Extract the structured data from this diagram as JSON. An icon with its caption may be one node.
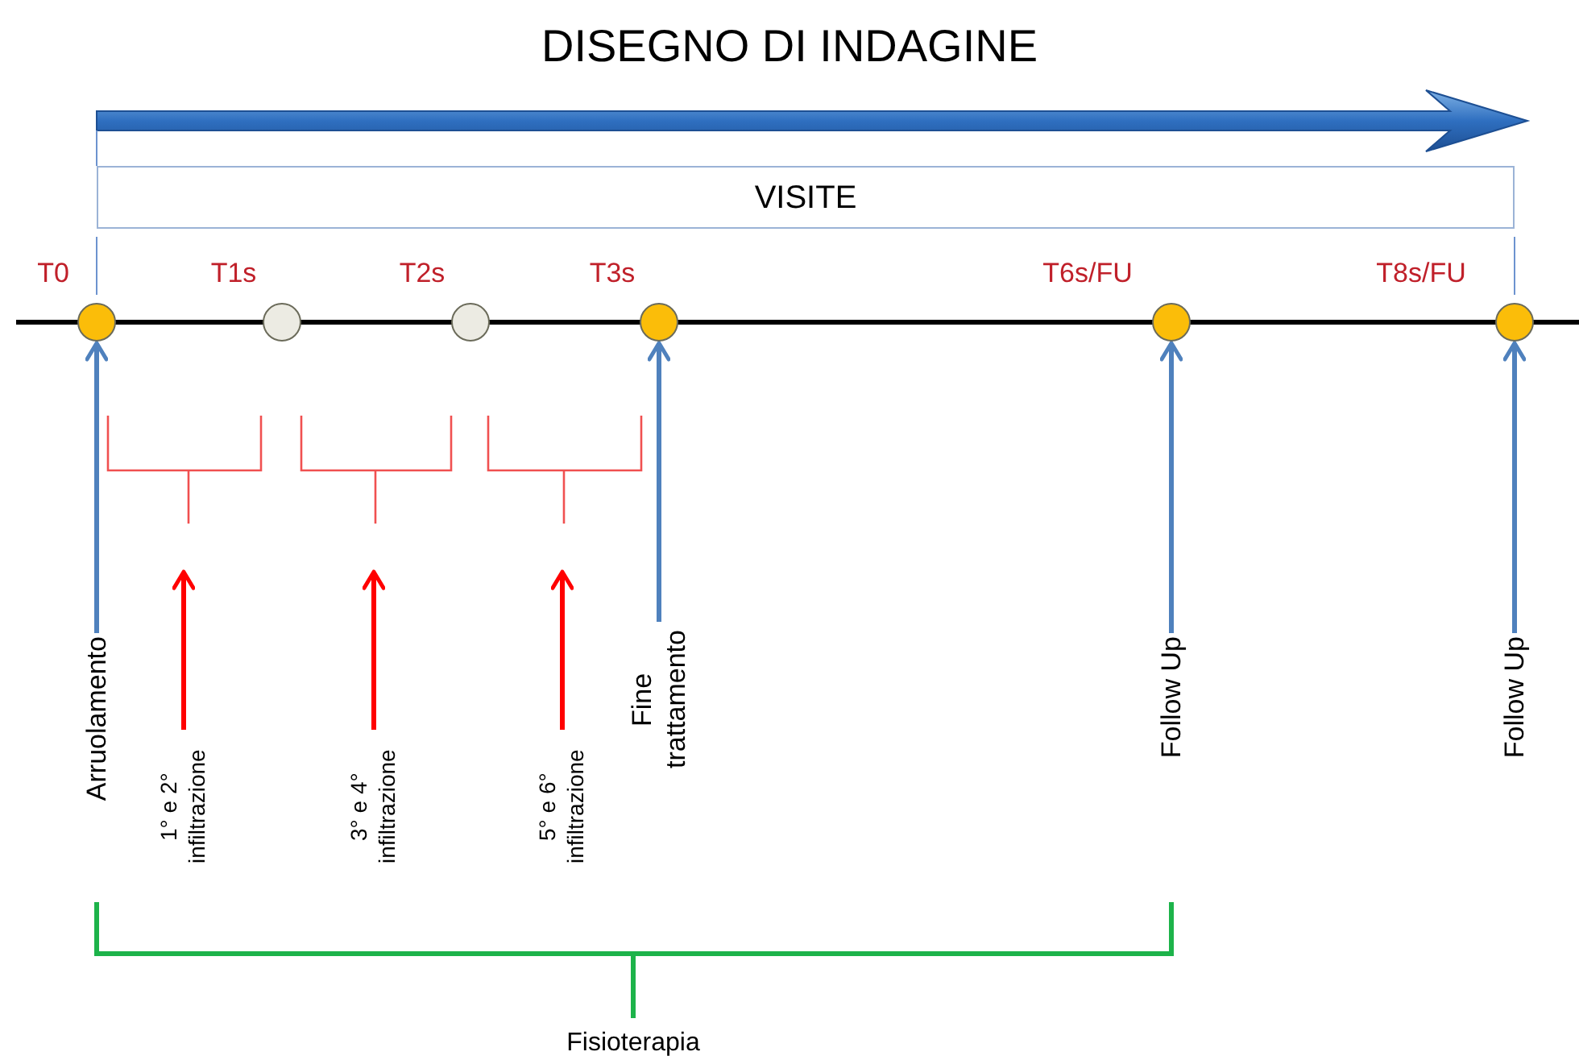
{
  "diagram": {
    "title": "DISEGNO DI INDAGINE",
    "nodes": [
      {
        "text": [
          "VISITE"
        ]
      },
      {
        "text": [],
        "shape": "circle",
        "beside": [
          "T0"
        ]
      },
      {
        "text": [],
        "shape": "circle",
        "beside": [
          "T1s"
        ]
      },
      {
        "text": [],
        "shape": "circle",
        "beside": [
          "T2s"
        ]
      },
      {
        "text": [],
        "shape": "circle",
        "beside": [
          "T3s"
        ]
      },
      {
        "text": [],
        "shape": "circle",
        "beside": [
          "T6s/FU"
        ]
      },
      {
        "text": [],
        "shape": "circle",
        "beside": [
          "T8s/FU"
        ]
      },
      {
        "text": [
          "Arruolamento"
        ]
      },
      {
        "text": [
          "1° e 2° infiltrazione"
        ]
      },
      {
        "text": [
          "3° e 4° infiltrazione"
        ]
      },
      {
        "text": [
          "5° e 6° infiltrazione"
        ]
      },
      {
        "text": [
          "Fine trattamento"
        ]
      },
      {
        "text": [
          "Follow Up"
        ]
      },
      {
        "text": [
          "Follow Up"
        ]
      }
    ],
    "edges": [
      {
        "from": 7,
        "to": 1,
        "arrow": "to"
      },
      {
        "from": 8,
        "to": null,
        "arrow": "to",
        "color": "#ff0000"
      },
      {
        "from": 9,
        "to": null,
        "arrow": "to",
        "color": "#ff0000"
      },
      {
        "from": 10,
        "to": null,
        "arrow": "to",
        "color": "#ff0000"
      },
      {
        "from": 11,
        "to": 4,
        "arrow": "to"
      },
      {
        "from": 12,
        "to": 5,
        "arrow": "to"
      },
      {
        "from": 13,
        "to": 6,
        "arrow": "to"
      }
    ],
    "labels": [
      "Fisioterapia"
    ]
  }
}
